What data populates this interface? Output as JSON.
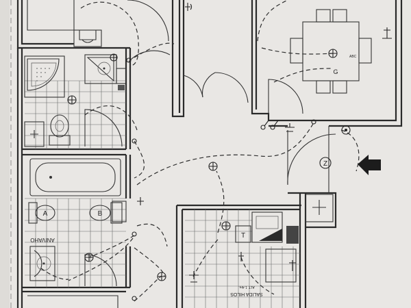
{
  "labels": {
    "bath_label": "ANIVAHO",
    "kitchen_label": "SALIDA HILOS",
    "kitchen_sublabel": "ALT. 1.4m.",
    "table_label": "G",
    "table_note": "ABC",
    "bidet_letter": "A",
    "toilet_letter": "B",
    "meter_letter": "Z",
    "panel_letter": "T"
  },
  "icons": {
    "entrance": "entrance-arrow-icon",
    "light": "ceiling-light-icon",
    "socket": "socket-icon",
    "switch": "switch-icon",
    "tv": "tv-outlet-icon"
  },
  "colors": {
    "paper": "#e9e7e4",
    "ink": "#2a2a2a",
    "arrow": "#1c1c1c"
  }
}
